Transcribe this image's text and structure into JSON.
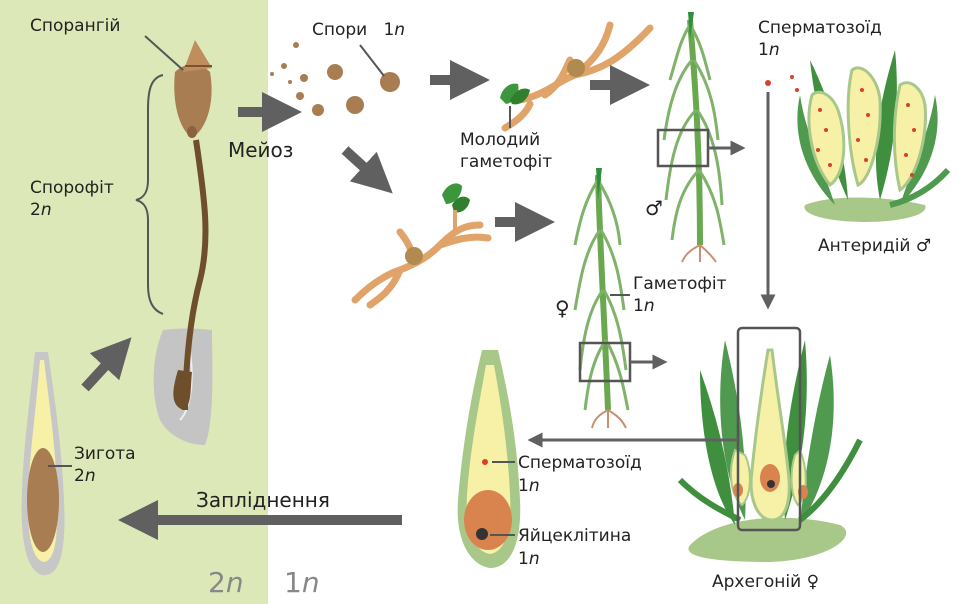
{
  "labels": {
    "sporangium": "Спорангій",
    "spores": "Спори",
    "spores_ploidy": "1",
    "n": "n",
    "meiosis": "Мейоз",
    "sporophyte": "Спорофіт",
    "sporophyte_ploidy": "2",
    "young_gametophyte_1": "Молодий",
    "young_gametophyte_2": "гаметофіт",
    "sperm_top": "Сперматозоїд",
    "sperm_top_ploidy": "1",
    "antheridium": "Антеридій ♂",
    "gametophyte": "Гаметофіт",
    "gametophyte_ploidy": "1",
    "male_symbol": "♂",
    "female_symbol": "♀",
    "zygote": "Зигота",
    "zygote_ploidy": "2",
    "fertilization": "Запліднення",
    "sperm_bottom": "Сперматозоїд",
    "sperm_bottom_ploidy": "1",
    "egg": "Яйцеклітина",
    "egg_ploidy": "1",
    "archegonium": "Архегоній ♀",
    "ploidy_2n": "2",
    "ploidy_1n": "1"
  },
  "colors": {
    "diploid_bg": "#dde8b8",
    "arrow": "#606060",
    "sporophyte_brown": "#a0764a",
    "gametophyte_green": "#3f8f3f",
    "protonema_tan": "#e0a46a",
    "tissue_yellow": "#f7f1a8",
    "sperm_red": "#d9402a"
  }
}
